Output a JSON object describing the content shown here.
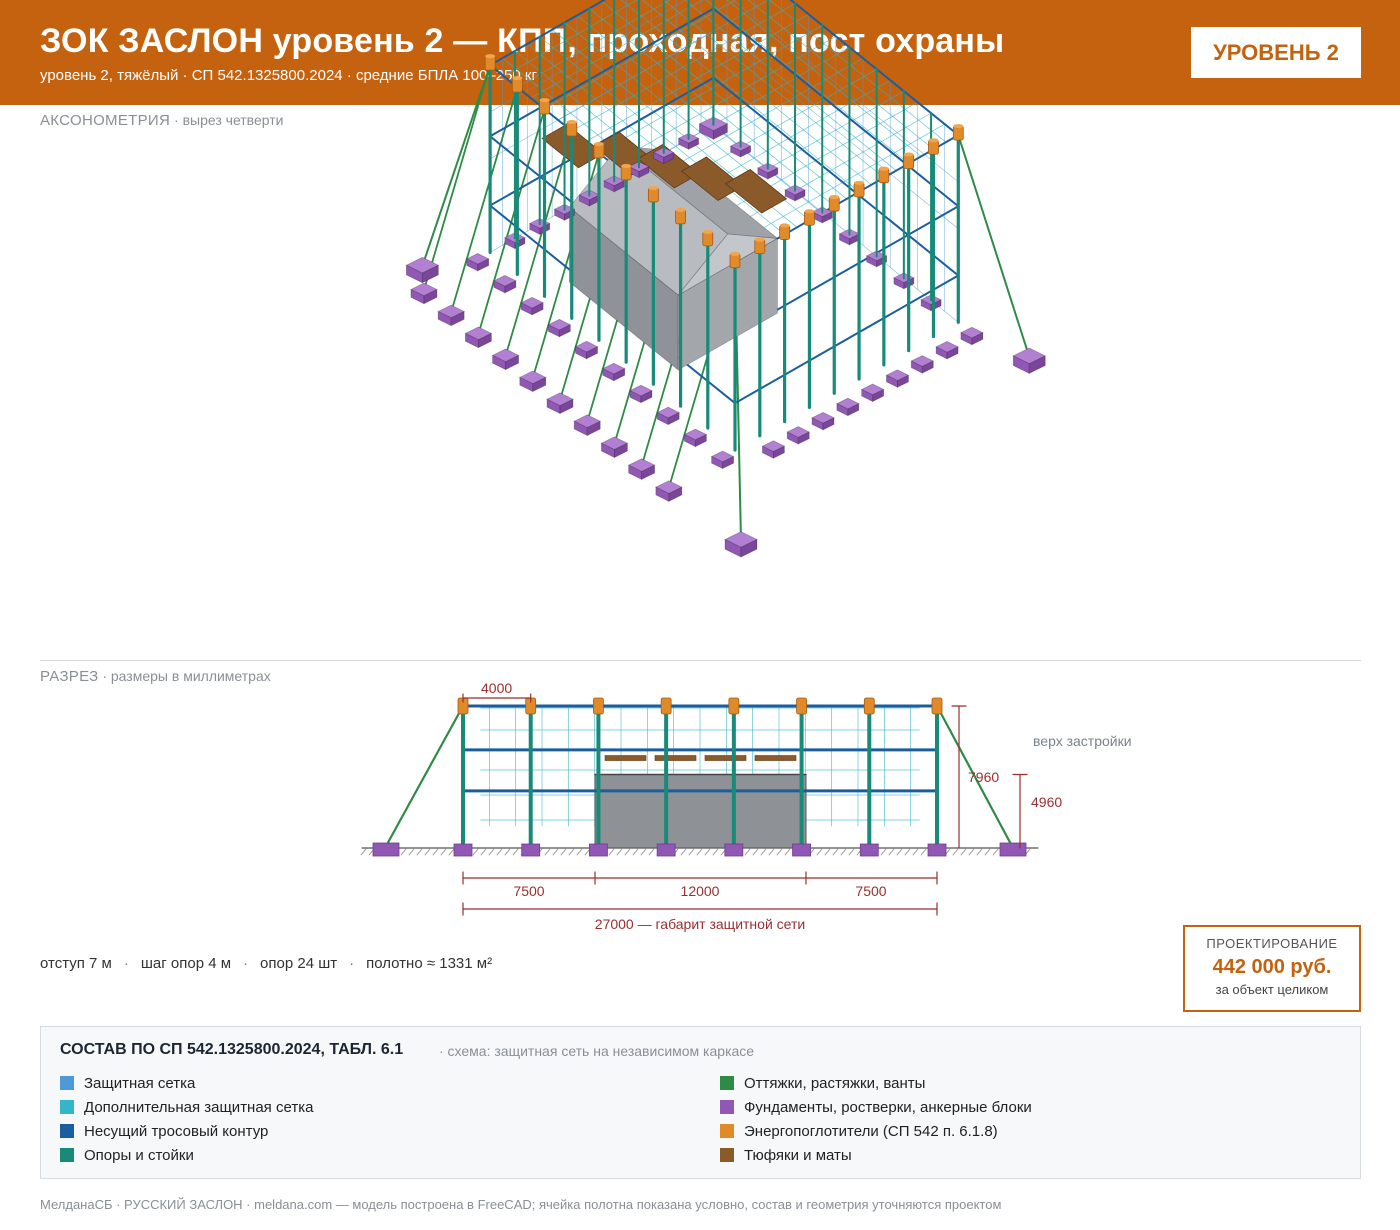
{
  "header": {
    "title": "ЗОК ЗАСЛОН уровень 2 — КПП, проходная, пост охраны",
    "subtitle": "уровень 2, тяжёлый · СП 542.1325800.2024 · средние БПЛА 100–250 кг",
    "badge": "УРОВЕНЬ 2"
  },
  "axon": {
    "label": "АКСОНОМЕТРИЯ",
    "note": " · вырез четверти"
  },
  "section": {
    "label": "РАЗРЕЗ",
    "note": " · размеры в миллиметрах",
    "dim_step": "4000",
    "dim_h_total": "7960",
    "dim_h_building": "4960",
    "building_top_label": "верх застройки",
    "spans": [
      "7500",
      "12000",
      "7500"
    ],
    "overall": "27000 — габарит защитной сети"
  },
  "params": [
    "отступ 7 м",
    "шаг опор 4 м",
    "опор 24 шт",
    "полотно ≈ 1331 м²"
  ],
  "params_sep": "·",
  "price": {
    "label": "ПРОЕКТИРОВАНИЕ",
    "value": "442 000 руб.",
    "note": "за объект целиком"
  },
  "legend": {
    "title": "СОСТАВ ПО СП 542.1325800.2024, ТАБЛ. 6.1",
    "scheme": "· схема: защитная сеть на независимом каркасе",
    "items_left": [
      {
        "label": "Защитная сетка",
        "color": "#4E9AD6"
      },
      {
        "label": "Дополнительная защитная сетка",
        "color": "#33B6C8"
      },
      {
        "label": "Несущий тросовый контур",
        "color": "#1B5E9E"
      },
      {
        "label": "Опоры и стойки",
        "color": "#178A78"
      }
    ],
    "items_right": [
      {
        "label": "Оттяжки, растяжки, ванты",
        "color": "#2E8B46"
      },
      {
        "label": "Фундаменты, ростверки, анкерные блоки",
        "color": "#9157B5"
      },
      {
        "label": "Энергопоглотители (СП 542 п. 6.1.8)",
        "color": "#E08A2A"
      },
      {
        "label": "Тюфяки и маты",
        "color": "#8A5A2B"
      }
    ]
  },
  "footer": "МелданаСБ · РУССКИЙ ЗАСЛОН · meldana.com — модель построена в FreeCAD; ячейка полотна показана условно, состав и геометрия уточняются проектом"
}
